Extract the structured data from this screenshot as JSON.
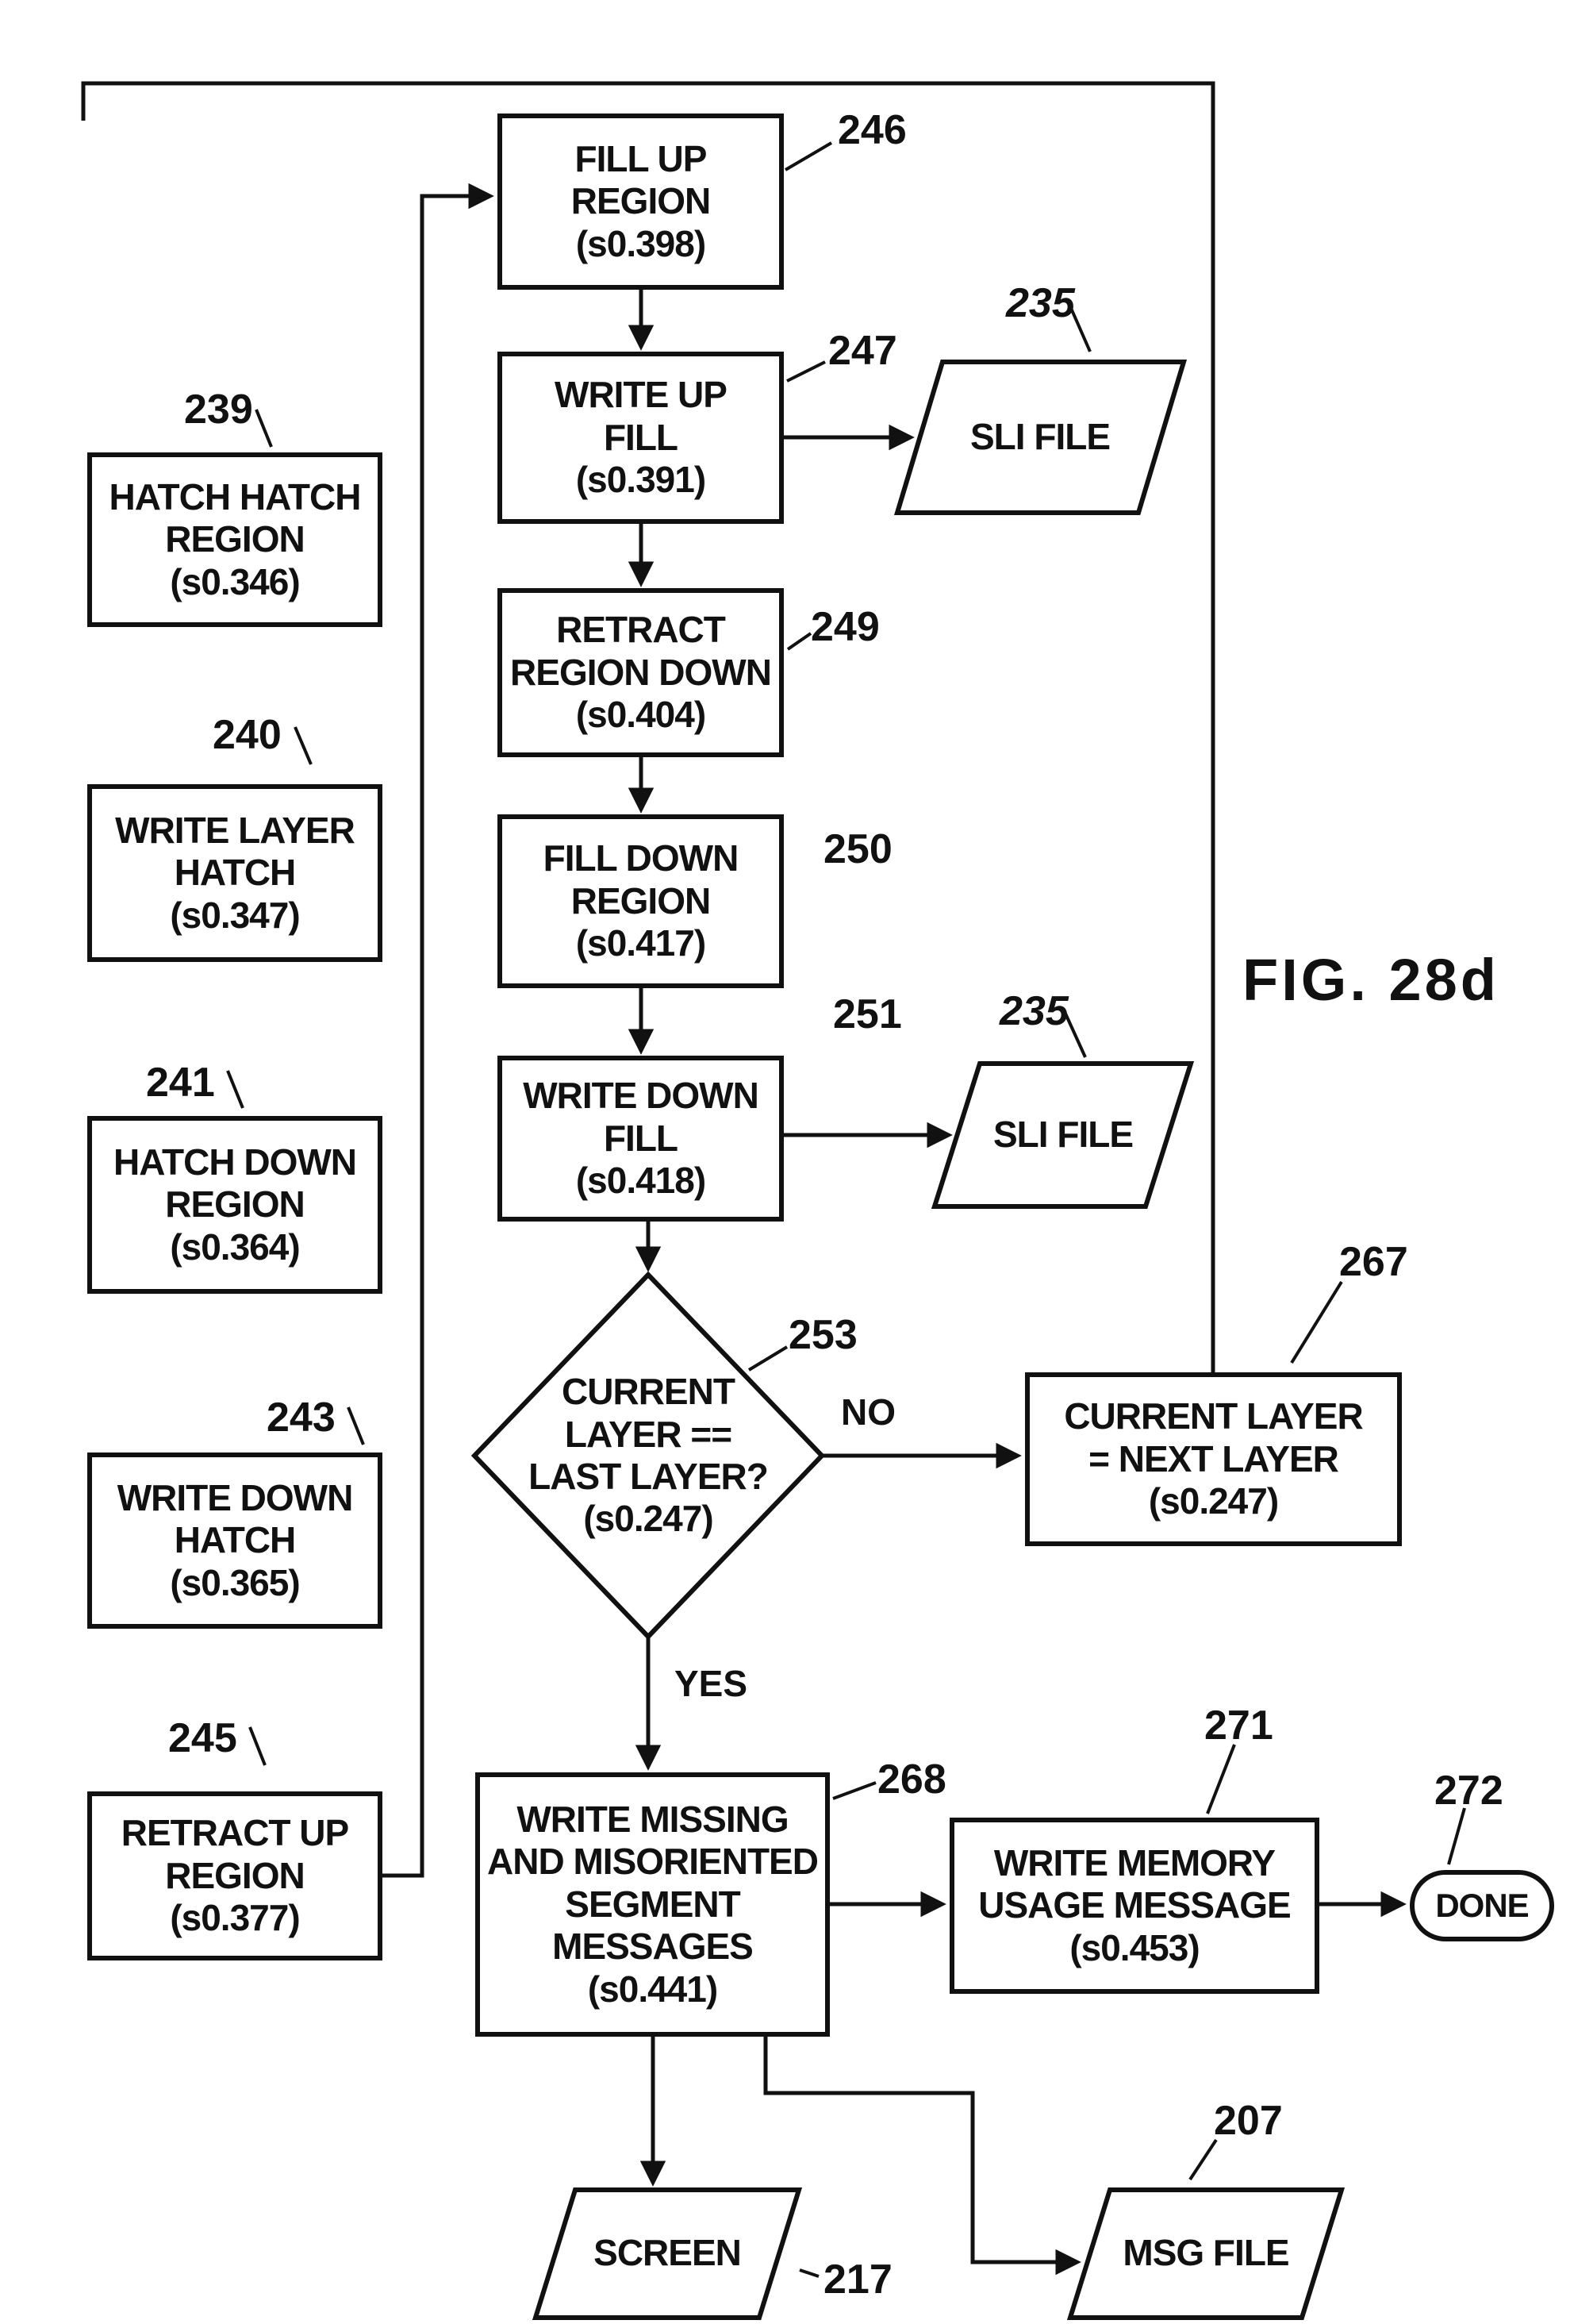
{
  "figure_label": "FIG. 28d",
  "colors": {
    "ink": "#111111",
    "paper": "#ffffff"
  },
  "labels": {
    "no": "NO",
    "yes": "YES"
  },
  "nodes": {
    "hatch_hatch_region": {
      "ref": "239",
      "text": "HATCH HATCH\nREGION\n(s0.346)"
    },
    "write_layer_hatch": {
      "ref": "240",
      "text": "WRITE LAYER\nHATCH\n(s0.347)"
    },
    "hatch_down_region": {
      "ref": "241",
      "text": "HATCH DOWN\nREGION\n(s0.364)"
    },
    "write_down_hatch": {
      "ref": "243",
      "text": "WRITE DOWN\nHATCH\n(s0.365)"
    },
    "retract_up_region": {
      "ref": "245",
      "text": "RETRACT UP\nREGION\n(s0.377)"
    },
    "fill_up_region": {
      "ref": "246",
      "text": "FILL UP\nREGION\n(s0.398)"
    },
    "write_up_fill": {
      "ref": "247",
      "text": "WRITE UP\nFILL\n(s0.391)"
    },
    "sli_file_up": {
      "ref": "235",
      "text": "SLI FILE"
    },
    "retract_region_down": {
      "ref": "249",
      "text": "RETRACT\nREGION DOWN\n(s0.404)"
    },
    "fill_down_region": {
      "ref": "250",
      "text": "FILL DOWN\nREGION\n(s0.417)"
    },
    "write_down_fill": {
      "ref": "251",
      "text": "WRITE DOWN\nFILL\n(s0.418)"
    },
    "sli_file_down": {
      "ref": "235",
      "text": "SLI FILE"
    },
    "current_layer_check": {
      "ref": "253",
      "text": "CURRENT\nLAYER ==\nLAST LAYER?\n(s0.247)"
    },
    "current_layer_next": {
      "ref": "267",
      "text": "CURRENT LAYER\n= NEXT LAYER\n(s0.247)"
    },
    "write_segment_messages": {
      "ref": "268",
      "text": "WRITE MISSING\nAND MISORIENTED\nSEGMENT\nMESSAGES\n(s0.441)"
    },
    "write_memory_usage": {
      "ref": "271",
      "text": "WRITE MEMORY\nUSAGE MESSAGE\n(s0.453)"
    },
    "done": {
      "ref": "272",
      "text": "DONE"
    },
    "screen": {
      "ref": "217",
      "text": "SCREEN"
    },
    "msg_file": {
      "ref": "207",
      "text": "MSG FILE"
    }
  }
}
